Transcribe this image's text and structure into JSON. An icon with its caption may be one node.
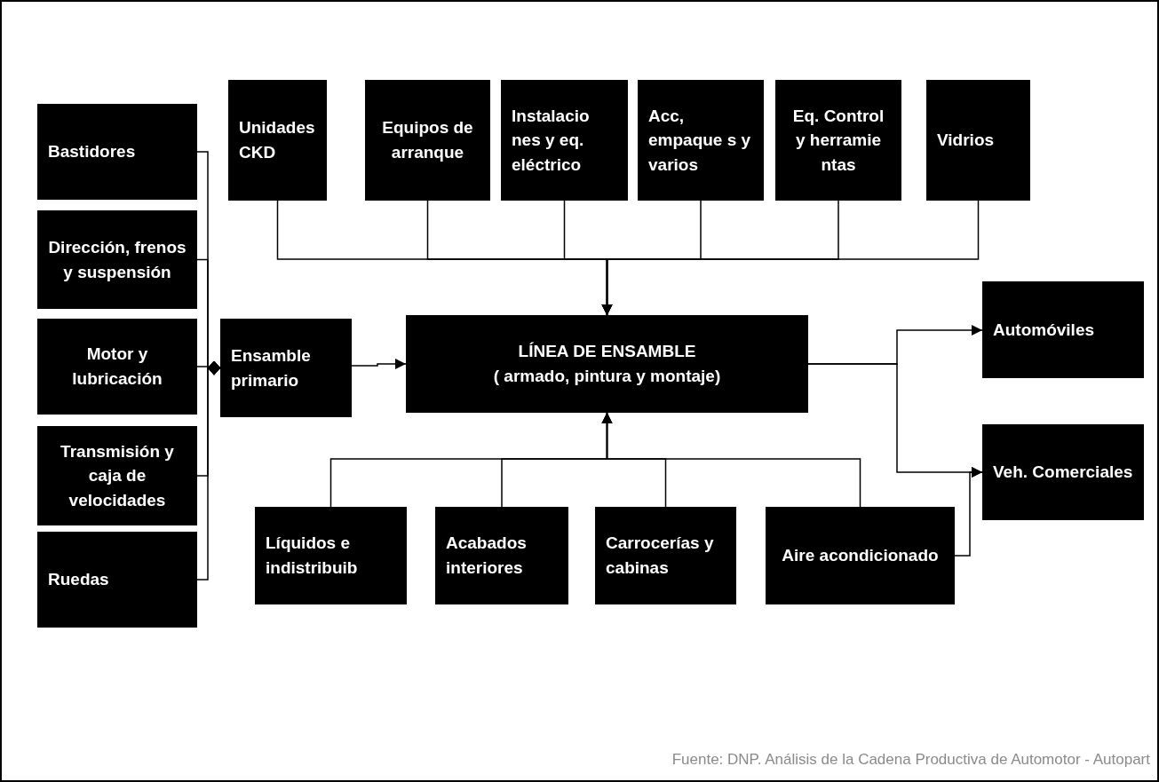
{
  "diagram": {
    "caption": "Fuente: DNP. Análisis de la Cadena Productiva de Automotor - Autopart",
    "nodes": [
      {
        "text": [
          "Bastidores"
        ]
      },
      {
        "text": [
          "Dirección, frenos y suspensión"
        ]
      },
      {
        "text": [
          "Motor y lubricación"
        ]
      },
      {
        "text": [
          "Transmisión y caja de velocidades"
        ]
      },
      {
        "text": [
          "Ruedas"
        ]
      },
      {
        "text": [
          "Ensamble primario"
        ]
      },
      {
        "text": [
          "Unidades CKD"
        ]
      },
      {
        "text": [
          "Equipos de arranque"
        ]
      },
      {
        "text": [
          "Instalacio nes y eq. eléctrico"
        ]
      },
      {
        "text": [
          "Acc, empaque s y varios"
        ]
      },
      {
        "text": [
          "Eq. Control y herramie ntas"
        ]
      },
      {
        "text": [
          "Vidrios"
        ]
      },
      {
        "text": [
          "LÍNEA DE ENSAMBLE",
          "( armado, pintura y montaje)"
        ]
      },
      {
        "text": [
          "Líquidos e indistribuib"
        ]
      },
      {
        "text": [
          "Acabados interiores"
        ]
      },
      {
        "text": [
          "Carrocerías y cabinas"
        ]
      },
      {
        "text": [
          "Aire acondicionado"
        ]
      },
      {
        "text": [
          "Automóviles"
        ]
      },
      {
        "text": [
          "Veh. Comerciales"
        ]
      }
    ],
    "edges": [
      {
        "from": 0,
        "to": 5,
        "arrow": "other"
      },
      {
        "from": 1,
        "to": 5,
        "arrow": "other"
      },
      {
        "from": 2,
        "to": 5,
        "arrow": "other"
      },
      {
        "from": 3,
        "to": 5,
        "arrow": "other"
      },
      {
        "from": 4,
        "to": 5,
        "arrow": "other"
      },
      {
        "from": 5,
        "to": 12,
        "arrow": "to"
      },
      {
        "from": 6,
        "to": 12,
        "arrow": "to"
      },
      {
        "from": 7,
        "to": 12,
        "arrow": "to"
      },
      {
        "from": 8,
        "to": 12,
        "arrow": "to"
      },
      {
        "from": 9,
        "to": 12,
        "arrow": "to"
      },
      {
        "from": 10,
        "to": 12,
        "arrow": "to"
      },
      {
        "from": 11,
        "to": 12,
        "arrow": "to"
      },
      {
        "from": 13,
        "to": 12,
        "arrow": "to"
      },
      {
        "from": 14,
        "to": 12,
        "arrow": "to"
      },
      {
        "from": 15,
        "to": 12,
        "arrow": "to"
      },
      {
        "from": 16,
        "to": 12,
        "arrow": "to"
      },
      {
        "from": 12,
        "to": 17,
        "arrow": "to"
      },
      {
        "from": 12,
        "to": 18,
        "arrow": "to"
      },
      {
        "from": 16,
        "to": 18,
        "arrow": "to"
      }
    ]
  }
}
